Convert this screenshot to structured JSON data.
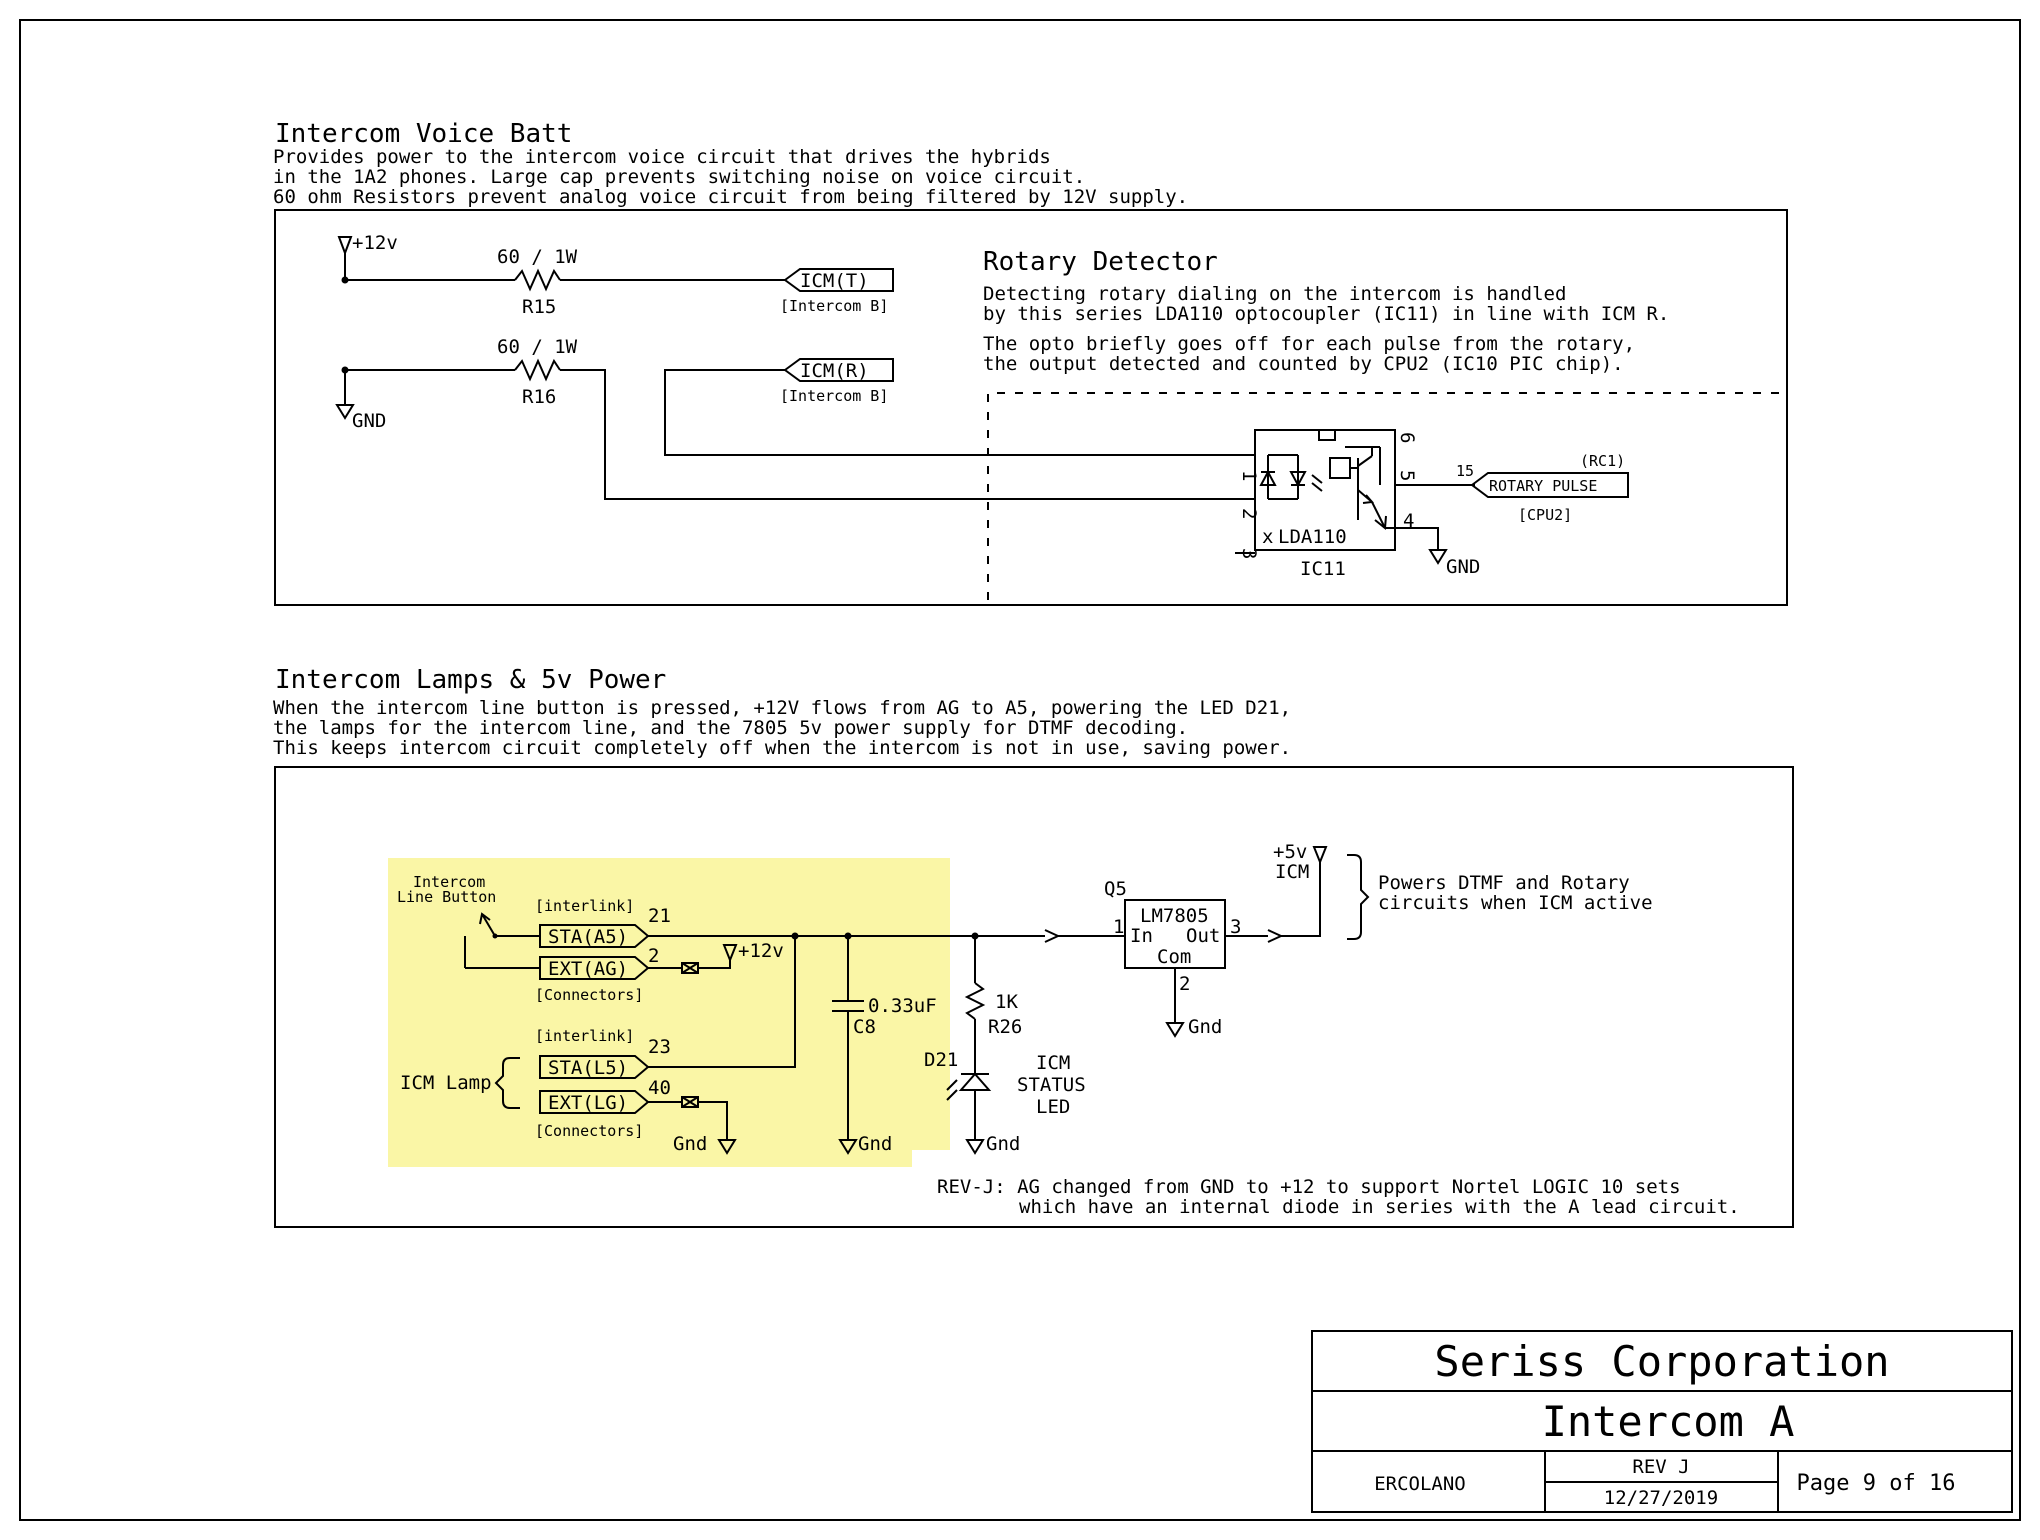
{
  "colors": {
    "highlight": "#FAF6A6",
    "ink": "#000000",
    "paper": "#FFFFFF"
  },
  "voice": {
    "title": "Intercom Voice Batt",
    "desc": [
      "Provides power to the intercom voice circuit that drives the hybrids",
      "in the 1A2 phones. Large cap prevents switching noise on voice circuit.",
      "60 ohm Resistors prevent analog voice circuit from being filtered by 12V supply."
    ],
    "plus12": "+12v",
    "gnd": "GND",
    "r15_value": "60 / 1W",
    "r15_ref": "R15",
    "r16_value": "60 / 1W",
    "r16_ref": "R16",
    "icm_t": "ICM(T)",
    "icm_t_sheet": "[Intercom B]",
    "icm_r": "ICM(R)",
    "icm_r_sheet": "[Intercom B]"
  },
  "rotary": {
    "title": "Rotary Detector",
    "desc1": [
      "Detecting rotary dialing on the intercom is handled",
      "by this series LDA110 optocoupler (IC11) in line with ICM R."
    ],
    "desc2": [
      "The opto briefly goes off for each pulse from the rotary,",
      "the output detected and counted by CPU2 (IC10 PIC chip)."
    ],
    "ic_part": "LDA110",
    "ic_ref": "IC11",
    "nc": "x",
    "pins": {
      "p1": "1",
      "p2": "2",
      "p3": "3",
      "p4": "4",
      "p5": "5",
      "p6": "6"
    },
    "net_pin": "15",
    "net_rc": "(RC1)",
    "net_label": "ROTARY PULSE",
    "net_sheet": "[CPU2]",
    "gnd": "GND"
  },
  "lamps": {
    "title": "Intercom Lamps & 5v Power",
    "desc": [
      "When the intercom line button is pressed, +12V flows from AG to A5, powering the LED D21,",
      "the lamps for the intercom line, and the 7805 5v power supply for DTMF decoding.",
      "This keeps intercom circuit completely off when the intercom is not in use, saving power."
    ],
    "button_label": [
      "Intercom",
      "Line Button"
    ],
    "interlink1": "[interlink]",
    "sta_a5": "STA(A5)",
    "pin21": "21",
    "ext_ag": "EXT(AG)",
    "pin2": "2",
    "plus12": "+12v",
    "connectors1": "[Connectors]",
    "interlink2": "[interlink]",
    "sta_l5": "STA(L5)",
    "pin23": "23",
    "ext_lg": "EXT(LG)",
    "pin40": "40",
    "connectors2": "[Connectors]",
    "icm_lamp": "ICM Lamp",
    "gnd_lamp": "Gnd",
    "cap_value": "0.33uF",
    "cap_ref": "C8",
    "gnd_cap": "Gnd",
    "res_value": "1K",
    "res_ref": "R26",
    "led_ref": "D21",
    "led_label": [
      "ICM",
      "STATUS",
      "LED"
    ],
    "gnd_led": "Gnd",
    "reg_ref": "Q5",
    "reg_part": "LM7805",
    "reg_in": "In",
    "reg_out": "Out",
    "reg_com": "Com",
    "reg_pin1": "1",
    "reg_pin2": "2",
    "reg_pin3": "3",
    "gnd_reg": "Gnd",
    "plus5": "+5v",
    "plus5_net": "ICM",
    "powers_note": [
      "Powers DTMF and Rotary",
      "circuits when ICM active"
    ],
    "rev_note": [
      "REV-J: AG changed from GND to +12 to support Nortel LOGIC 10 sets",
      "which have an internal diode in series with the A lead circuit."
    ]
  },
  "title_block": {
    "company": "Seriss Corporation",
    "sheet_title": "Intercom A",
    "author": "ERCOLANO",
    "rev": "REV J",
    "date": "12/27/2019",
    "page": "Page 9 of 16"
  }
}
